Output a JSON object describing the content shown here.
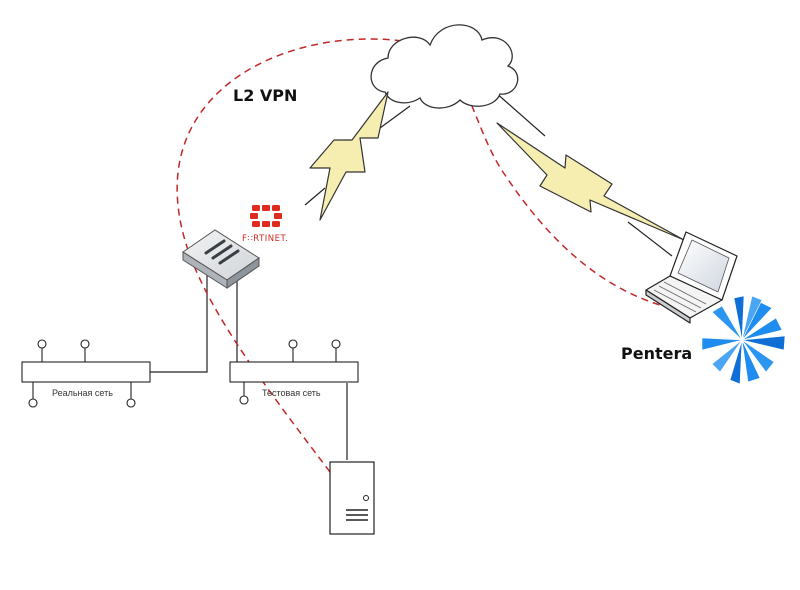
{
  "labels": {
    "vpn": "L2 VPN",
    "pentera": "Pentera",
    "fortinet": "F∷RTINET.",
    "real_network": "Реальная сеть",
    "test_network": "Тестовая сеть"
  },
  "colors": {
    "vpn_tunnel": "#c0282a",
    "fortinet_red": "#e02b20",
    "lightning": "#f5eeb0",
    "pentera_blue": "#1f8cf0",
    "line": "#222222"
  },
  "icons": [
    "cloud-icon",
    "lightning-icon",
    "fortinet-logo-icon",
    "firewall-appliance-icon",
    "network-switch-icon",
    "server-icon",
    "laptop-icon",
    "pentera-logo-icon"
  ]
}
